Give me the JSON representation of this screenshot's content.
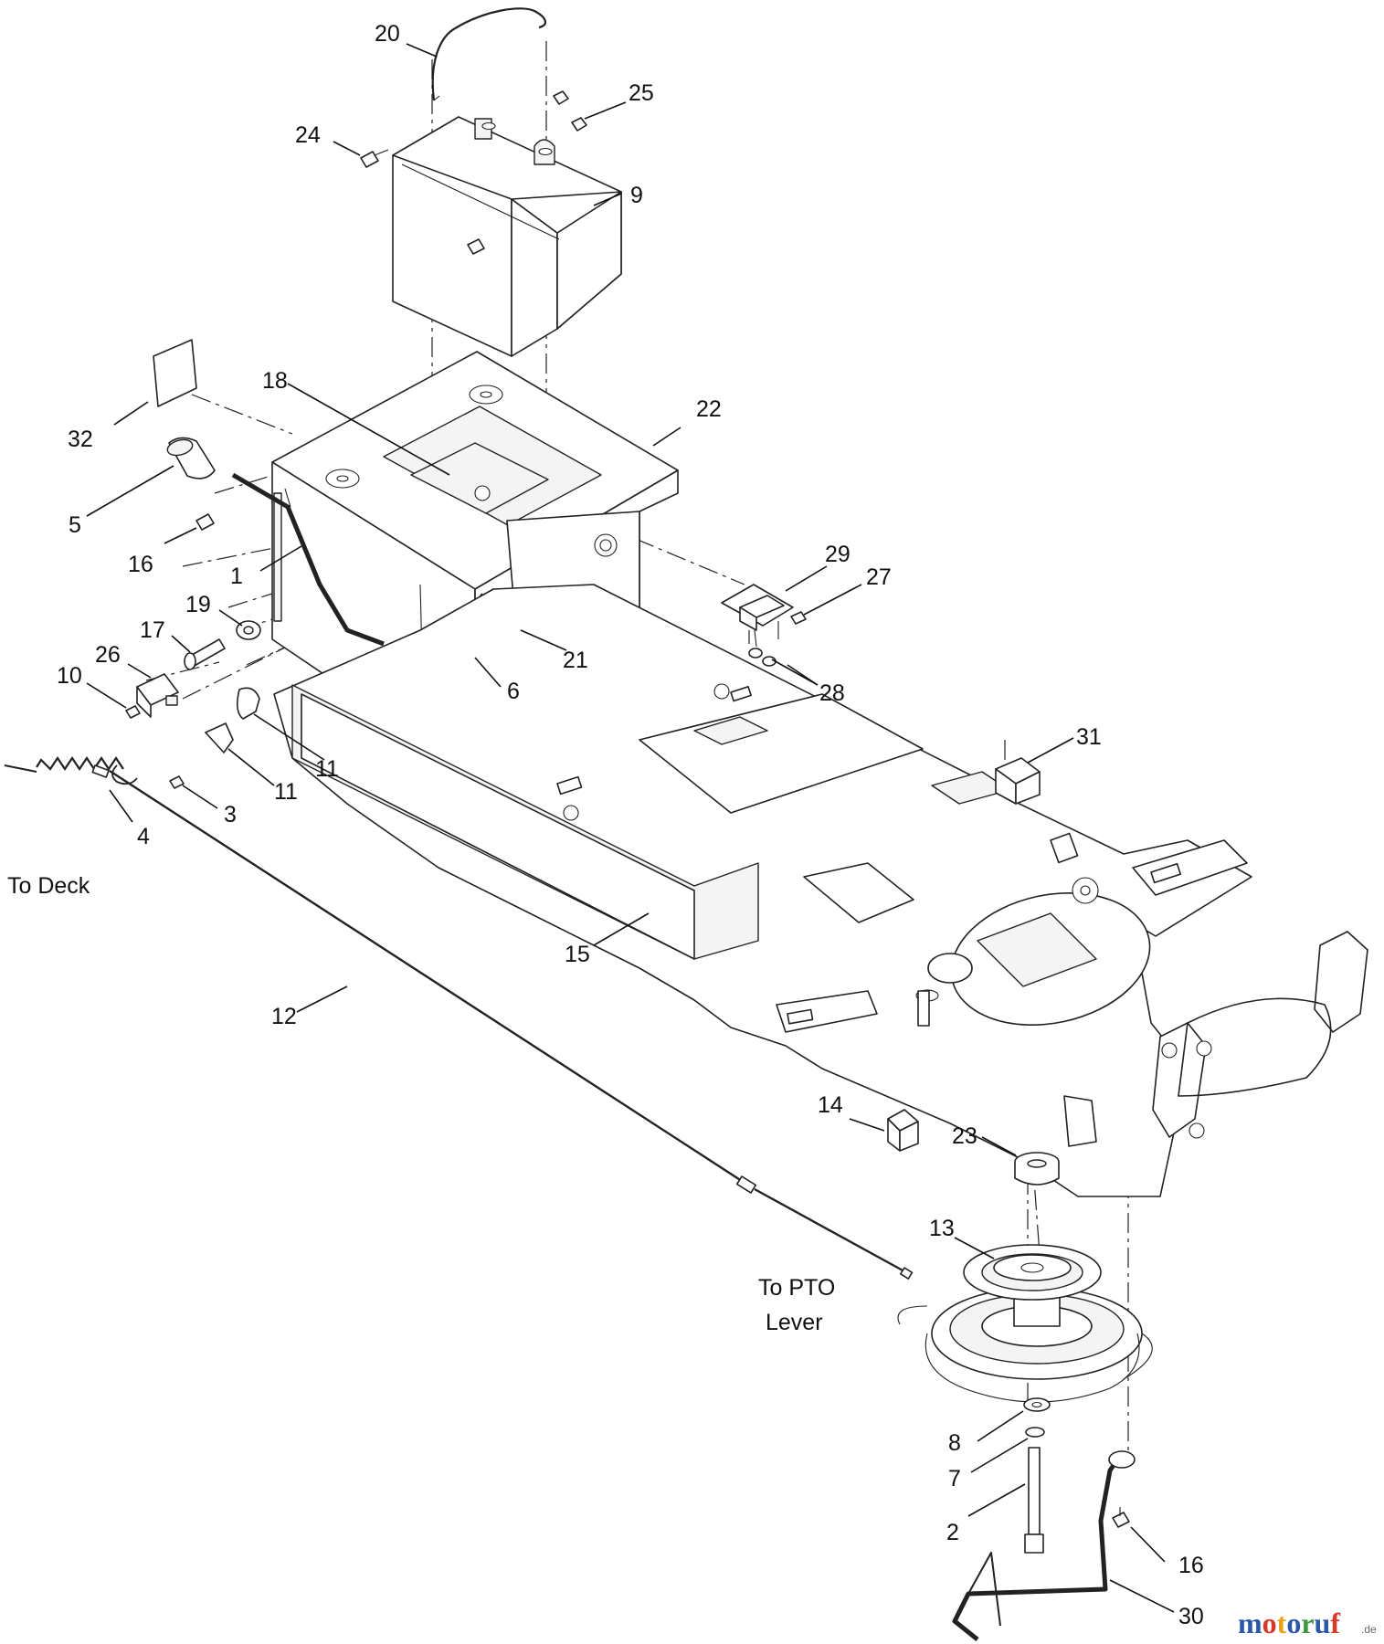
{
  "callouts": [
    {
      "id": "c1",
      "label": "1"
    },
    {
      "id": "c2",
      "label": "2"
    },
    {
      "id": "c3",
      "label": "3"
    },
    {
      "id": "c4",
      "label": "4"
    },
    {
      "id": "c5",
      "label": "5"
    },
    {
      "id": "c6",
      "label": "6"
    },
    {
      "id": "c7",
      "label": "7"
    },
    {
      "id": "c8",
      "label": "8"
    },
    {
      "id": "c9",
      "label": "9"
    },
    {
      "id": "c10",
      "label": "10"
    },
    {
      "id": "c11a",
      "label": "11"
    },
    {
      "id": "c11b",
      "label": "11"
    },
    {
      "id": "c12",
      "label": "12"
    },
    {
      "id": "c13",
      "label": "13"
    },
    {
      "id": "c14",
      "label": "14"
    },
    {
      "id": "c15",
      "label": "15"
    },
    {
      "id": "c16a",
      "label": "16"
    },
    {
      "id": "c16b",
      "label": "16"
    },
    {
      "id": "c17",
      "label": "17"
    },
    {
      "id": "c18",
      "label": "18"
    },
    {
      "id": "c19",
      "label": "19"
    },
    {
      "id": "c20",
      "label": "20"
    },
    {
      "id": "c21",
      "label": "21"
    },
    {
      "id": "c22",
      "label": "22"
    },
    {
      "id": "c23",
      "label": "23"
    },
    {
      "id": "c24",
      "label": "24"
    },
    {
      "id": "c25",
      "label": "25"
    },
    {
      "id": "c26",
      "label": "26"
    },
    {
      "id": "c27",
      "label": "27"
    },
    {
      "id": "c28",
      "label": "28"
    },
    {
      "id": "c29",
      "label": "29"
    },
    {
      "id": "c30",
      "label": "30"
    },
    {
      "id": "c31",
      "label": "31"
    },
    {
      "id": "c32",
      "label": "32"
    }
  ],
  "notes": {
    "to_deck": "To Deck",
    "to_pto_line1": "To PTO",
    "to_pto_line2": "Lever"
  },
  "watermark": {
    "brand": "motoruf",
    "suffix": ".de",
    "colors": [
      "#2b57a8",
      "#d8392b",
      "#e9a21a",
      "#2b57a8",
      "#3c9a3c",
      "#2b57a8",
      "#d8392b"
    ]
  }
}
